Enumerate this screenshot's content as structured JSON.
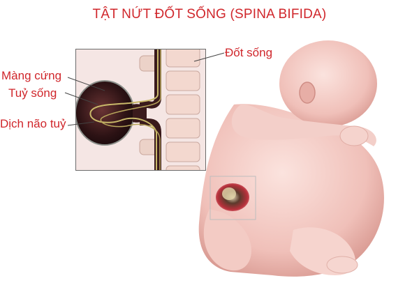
{
  "title": "TẬT NỨT ĐỐT SỐNG (SPINA BIFIDA)",
  "labels": {
    "vertebra": "Đốt sống",
    "dura": "Màng cứng",
    "spinal_cord": "Tuỷ sống",
    "csf": "Dịch não tuỷ"
  },
  "colors": {
    "label_red": "#d0262b",
    "skin": "#f2c7c2",
    "sac": "#3a1a1c",
    "bone": "#f3d8cf"
  }
}
